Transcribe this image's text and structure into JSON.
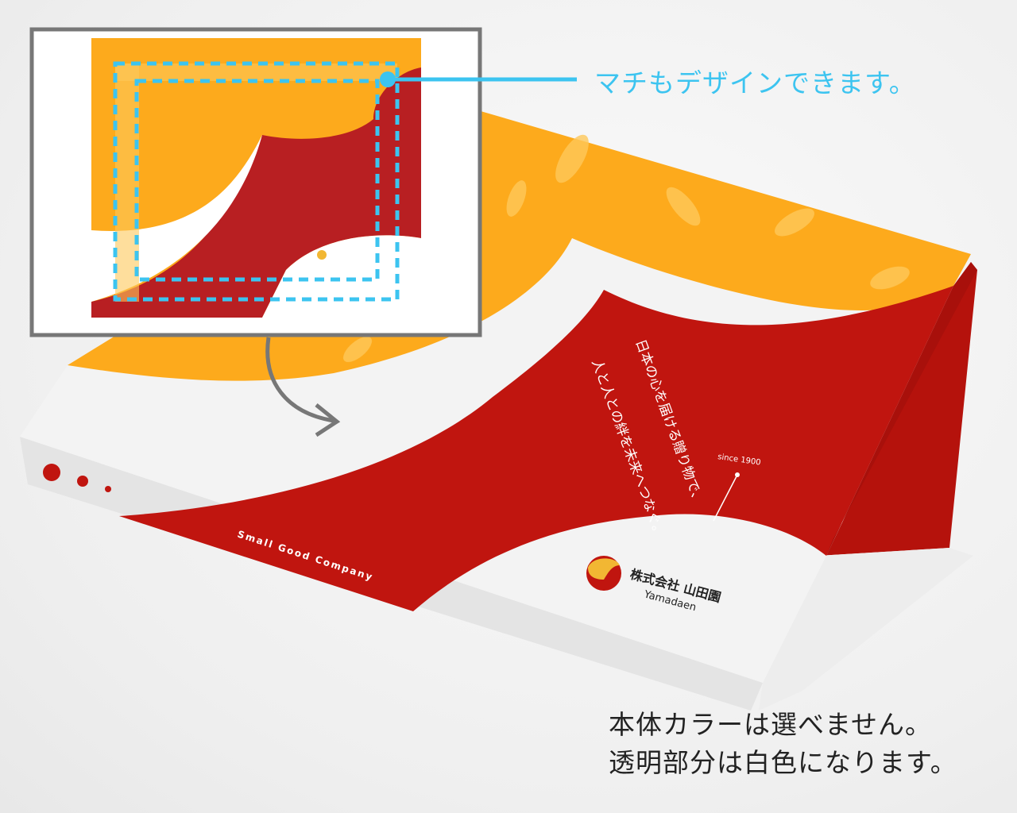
{
  "callouts": {
    "gusset": "マチもデザインできます。",
    "note_line1": "本体カラーは選べません。",
    "note_line2": "透明部分は白色になります。"
  },
  "box": {
    "tagline_line1": "日本の心を届ける贈り物で、",
    "tagline_line2": "人と人との絆を未来へつなぐ。",
    "since": "since 1900",
    "company_jp": "株式会社 山田園",
    "company_en": "Yamadaen",
    "side_text": "Small Good Company"
  },
  "colors": {
    "orange": "#fdaa1c",
    "red": "#c0150f",
    "cyan": "#3cc4f0",
    "frame": "#777777"
  }
}
